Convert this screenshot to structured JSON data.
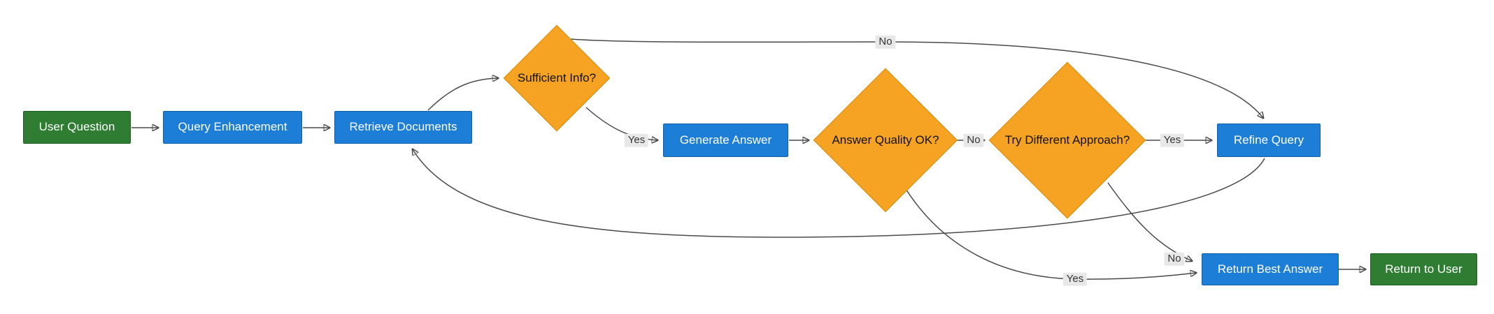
{
  "diagram": {
    "nodes": {
      "user_question": {
        "label": "User Question",
        "type": "terminal-start"
      },
      "query_enhancement": {
        "label": "Query Enhancement",
        "type": "process"
      },
      "retrieve_documents": {
        "label": "Retrieve Documents",
        "type": "process"
      },
      "sufficient_info": {
        "label": "Sufficient Info?",
        "type": "decision"
      },
      "generate_answer": {
        "label": "Generate Answer",
        "type": "process"
      },
      "answer_quality": {
        "label": "Answer Quality OK?",
        "type": "decision"
      },
      "try_different_approach": {
        "label": "Try Different Approach?",
        "type": "decision"
      },
      "refine_query": {
        "label": "Refine Query",
        "type": "process"
      },
      "return_best_answer": {
        "label": "Return Best Answer",
        "type": "process"
      },
      "return_to_user": {
        "label": "Return to User",
        "type": "terminal-end"
      }
    },
    "edge_labels": {
      "sufficient_info_no": "No",
      "sufficient_info_yes": "Yes",
      "answer_quality_no": "No",
      "try_different_yes": "Yes",
      "try_different_no": "No",
      "answer_quality_yes": "Yes"
    },
    "colors": {
      "process_fill": "#1c7ed6",
      "process_border": "#1261a8",
      "terminal_fill": "#2e7d32",
      "terminal_border": "#1b5e20",
      "decision_fill": "#f6a324",
      "decision_border": "#d98b0a",
      "edge_stroke": "#4a4a4a",
      "edge_label_bg": "#e8e8e8",
      "canvas_bg": "#ffffff"
    }
  }
}
